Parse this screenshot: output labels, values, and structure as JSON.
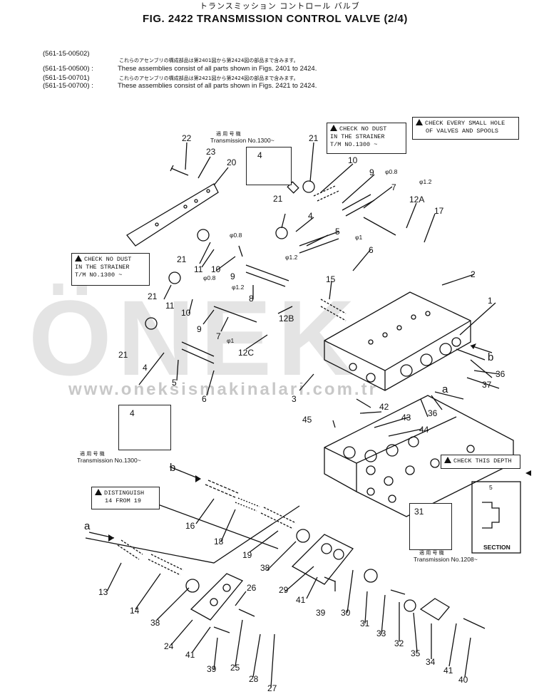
{
  "header": {
    "japanese_title": "トランスミッション コントロール バルブ",
    "figure_title": "FIG. 2422   TRANSMISSION CONTROL VALVE (2/4)"
  },
  "notes": {
    "pn_1": "(561-15-00502)",
    "pn_2": "(561-15-00500) :",
    "pn_3": "(561-15-00701)",
    "pn_4": "(561-15-00700) :",
    "jp_1": "これらのアセンブリの構成部品は第2401図から第2424図の部品まで含みます。",
    "en_1": "These assemblies consist of all parts shown in Figs. 2401 to 2424.",
    "jp_2": "これらのアセンブリの構成部品は第2421図から第2424図の部品まで含みます。",
    "en_2": "These assemblies consist of all parts shown in Figs. 2421 to 2424."
  },
  "callouts": {
    "strainer_top_1": "CHECK NO DUST",
    "strainer_top_2": "IN THE STRAINER",
    "strainer_top_3": "T/M NO.1300 ~",
    "small_hole_1": "CHECK EVERY SMALL HOLE",
    "small_hole_2": "OF VALVES AND SPOOLS",
    "strainer_left_1": "CHECK NO DUST",
    "strainer_left_2": "IN THE STRAINER",
    "strainer_left_3": "T/M NO.1300 ~",
    "depth": "CHECK THIS DEPTH",
    "distinguish_1": "DISTINGUISH",
    "distinguish_2": "14 FROM 19"
  },
  "serial_notes": {
    "jp_label": "適 用 号 機",
    "top": "Transmission No.1300~",
    "mid": "Transmission No.1300~",
    "bottom": "Transmission No.1208~"
  },
  "section_label": "SECTION",
  "dimension_label": "5",
  "diameters": {
    "d08_a": "φ0.8",
    "d12_a": "φ1.2",
    "d1_a": "φ1",
    "d08_b": "φ0.8",
    "d12_b": "φ1.2",
    "d08_c": "φ0.8",
    "d12_c": "φ1.2",
    "d1_b": "φ1"
  },
  "watermark": {
    "brand": "ÖNEK",
    "url": "www.oneksismakinalari.com.tr"
  },
  "part_numbers": [
    "22",
    "23",
    "20",
    "21",
    "10",
    "9",
    "7",
    "12A",
    "17",
    "21",
    "4",
    "5",
    "1",
    "6",
    "21",
    "11",
    "10",
    "9",
    "8",
    "15",
    "2",
    "12B",
    "21",
    "11",
    "10",
    "9",
    "7",
    "21",
    "4",
    "5",
    "6",
    "12C",
    "3",
    "1",
    "36",
    "37",
    "42",
    "43",
    "45",
    "44",
    "36",
    "16",
    "18",
    "19",
    "13",
    "14",
    "38",
    "38",
    "29",
    "26",
    "24",
    "41",
    "39",
    "25",
    "28",
    "27",
    "41",
    "39",
    "30",
    "31",
    "33",
    "32",
    "35",
    "34",
    "41",
    "40",
    "31",
    "4",
    "4",
    "4",
    "a",
    "b",
    "a",
    "b"
  ]
}
